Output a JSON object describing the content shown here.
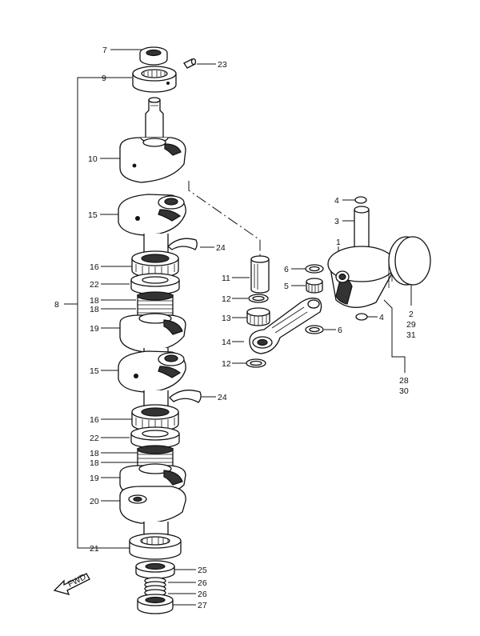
{
  "diagram": {
    "labels": [
      {
        "id": "p7",
        "text": "7"
      },
      {
        "id": "p23",
        "text": "23"
      },
      {
        "id": "p9",
        "text": "9"
      },
      {
        "id": "p10",
        "text": "10"
      },
      {
        "id": "p15a",
        "text": "15"
      },
      {
        "id": "p24a",
        "text": "24"
      },
      {
        "id": "p16a",
        "text": "16"
      },
      {
        "id": "p22a",
        "text": "22"
      },
      {
        "id": "p18a",
        "text": "18"
      },
      {
        "id": "p18b",
        "text": "18"
      },
      {
        "id": "p8",
        "text": "8"
      },
      {
        "id": "p19a",
        "text": "19"
      },
      {
        "id": "p15b",
        "text": "15"
      },
      {
        "id": "p24b",
        "text": "24"
      },
      {
        "id": "p16b",
        "text": "16"
      },
      {
        "id": "p22b",
        "text": "22"
      },
      {
        "id": "p18c",
        "text": "18"
      },
      {
        "id": "p18d",
        "text": "18"
      },
      {
        "id": "p19b",
        "text": "19"
      },
      {
        "id": "p20",
        "text": "20"
      },
      {
        "id": "p21",
        "text": "21"
      },
      {
        "id": "p25",
        "text": "25"
      },
      {
        "id": "p26a",
        "text": "26"
      },
      {
        "id": "p26b",
        "text": "26"
      },
      {
        "id": "p27",
        "text": "27"
      },
      {
        "id": "p4a",
        "text": "4"
      },
      {
        "id": "p3",
        "text": "3"
      },
      {
        "id": "p1",
        "text": "1"
      },
      {
        "id": "p6a",
        "text": "6"
      },
      {
        "id": "p5",
        "text": "5"
      },
      {
        "id": "p11",
        "text": "11"
      },
      {
        "id": "p12a",
        "text": "12"
      },
      {
        "id": "p13",
        "text": "13"
      },
      {
        "id": "p14",
        "text": "14"
      },
      {
        "id": "p12b",
        "text": "12"
      },
      {
        "id": "p6b",
        "text": "6"
      },
      {
        "id": "p4b",
        "text": "4"
      },
      {
        "id": "p2",
        "text": "2"
      },
      {
        "id": "p29",
        "text": "29"
      },
      {
        "id": "p31",
        "text": "31"
      },
      {
        "id": "p28",
        "text": "28"
      },
      {
        "id": "p30",
        "text": "30"
      }
    ],
    "fwd_text": "FWD"
  }
}
